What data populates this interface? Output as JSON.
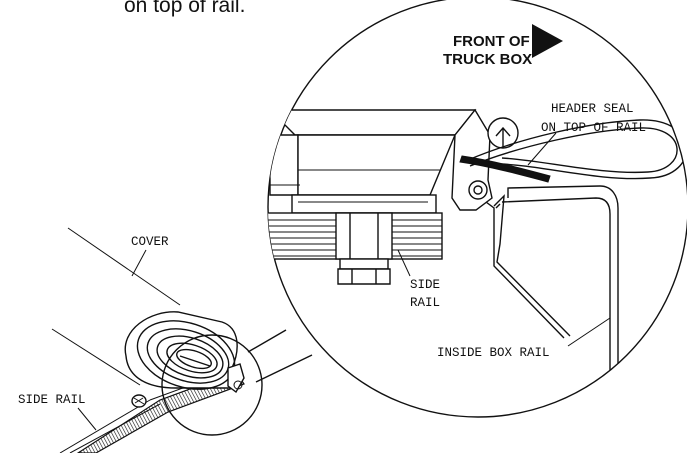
{
  "caption_fragment": "on top of rail.",
  "labels": {
    "front_line1": "FRONT OF",
    "front_line2": "TRUCK BOX",
    "header_line1": "HEADER SEAL",
    "header_line2": "ON TOP OF RAIL",
    "cover": "COVER",
    "side_rail_detail_line1": "SIDE",
    "side_rail_detail_line2": "RAIL",
    "inside_box_rail": "INSIDE BOX RAIL",
    "side_rail": "SIDE RAIL"
  },
  "icons": {
    "direction_arrow": "triangle-right"
  },
  "colors": {
    "ink": "#111111",
    "seal": "#111111",
    "paper": "#ffffff"
  }
}
